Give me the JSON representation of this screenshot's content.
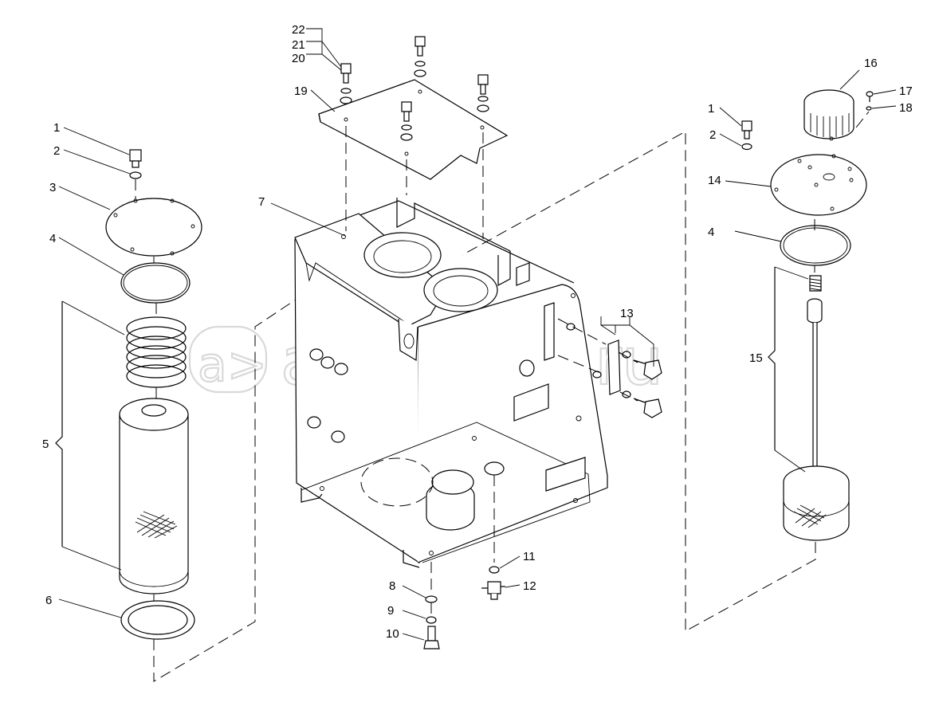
{
  "watermark": {
    "symbol": "a>",
    "text": "autopiter.ru",
    "color": "#d9d9d9"
  },
  "callouts": {
    "left_1": "1",
    "left_2": "2",
    "left_3": "3",
    "left_4": "4",
    "left_5": "5",
    "left_6": "6",
    "c_7": "7",
    "c_8": "8",
    "c_9": "9",
    "c_10": "10",
    "c_11": "11",
    "c_12": "12",
    "c_13": "13",
    "right_1": "1",
    "right_2": "2",
    "right_4": "4",
    "c_14": "14",
    "c_15": "15",
    "c_16": "16",
    "c_17": "17",
    "c_18": "18",
    "c_19": "19",
    "c_20": "20",
    "c_21": "21",
    "c_22": "22"
  }
}
